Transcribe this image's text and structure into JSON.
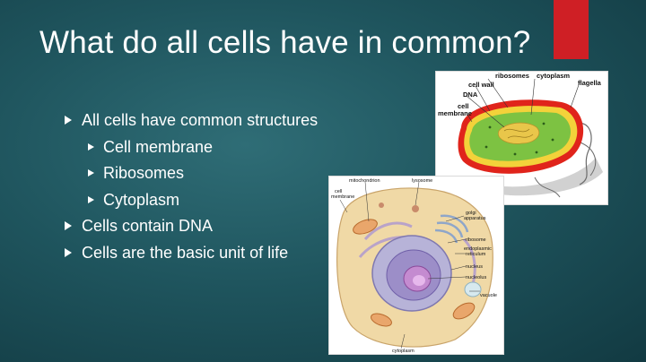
{
  "slide": {
    "title": "What do all cells have in common?",
    "accent_color": "#cf1f25",
    "bullets": [
      {
        "level": 1,
        "text": "All cells have common structures"
      },
      {
        "level": 2,
        "text": "Cell membrane"
      },
      {
        "level": 2,
        "text": "Ribosomes"
      },
      {
        "level": 2,
        "text": "Cytoplasm"
      },
      {
        "level": 1,
        "text": "Cells contain DNA"
      },
      {
        "level": 1,
        "text": "Cells are the basic unit of life"
      }
    ]
  },
  "bacteria_diagram": {
    "labels": {
      "ribosomes": "ribosomes",
      "cytoplasm": "cytoplasm",
      "flagella": "flagella",
      "cell_wall": "cell wall",
      "dna": "DNA",
      "cell": "cell",
      "membrane": "membrane"
    }
  },
  "animal_cell_diagram": {
    "labels": {
      "mitochondrion": "mitochondrion",
      "lysosome": "lysosome",
      "cell_membrane_1": "cell",
      "cell_membrane_2": "membrane",
      "golgi_1": "golgi",
      "golgi_2": "apparatus",
      "ribosome": "ribosome",
      "er_1": "endoplasmic",
      "er_2": "reticulum",
      "nucleus": "nucleus",
      "nucleolus": "nucleolus",
      "vacuole": "vacuole",
      "cytoplasm": "cytoplasm"
    }
  }
}
